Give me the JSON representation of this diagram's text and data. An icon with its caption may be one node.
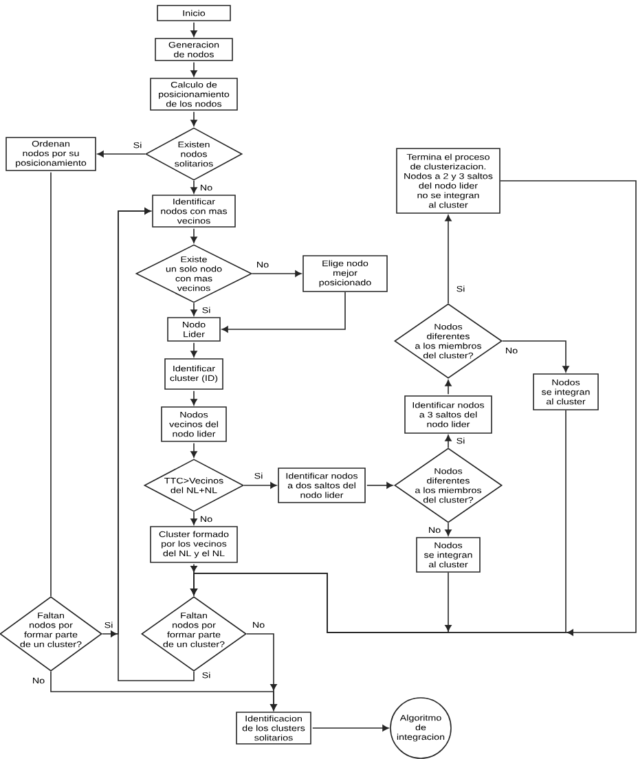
{
  "diagram": {
    "nodes": [
      {
        "text": [
          "Inicio"
        ]
      },
      {
        "text": [
          "Generacion de nodos"
        ]
      },
      {
        "text": [
          "Calculo de posicionamiento de los nodos"
        ]
      },
      {
        "text": [
          "Existen nodos solitarios"
        ]
      },
      {
        "text": [
          "Ordenan nodos por su posicionamiento"
        ]
      },
      {
        "text": [
          "Identificar nodos con mas vecinos"
        ]
      },
      {
        "text": [
          "Existe un solo nodo con mas vecinos"
        ]
      },
      {
        "text": [
          "Elige nodo mejor posicionado"
        ]
      },
      {
        "text": [
          "Nodo Lider"
        ]
      },
      {
        "text": [
          "Identificar cluster (ID)"
        ]
      },
      {
        "text": [
          "Nodos vecinos del nodo lider"
        ]
      },
      {
        "text": [
          "TTC>Vecinos del NL+NL"
        ]
      },
      {
        "text": [
          "Identificar nodos a dos saltos del nodo lider"
        ]
      },
      {
        "text": [
          "Nodos diferentes a los miembros del cluster?"
        ]
      },
      {
        "text": [
          "Identificar nodos a 3 saltos del nodo lider"
        ]
      },
      {
        "text": [
          "Nodos diferentes a los miembros del cluster?"
        ]
      },
      {
        "text": [
          "Termina el proceso de clusterizacion. Nodos a 2 y 3 saltos del nodo lider no se integran al cluster"
        ]
      },
      {
        "text": [
          "Nodos se integran al cluster"
        ]
      },
      {
        "text": [
          "Nodos se integran al cluster"
        ]
      },
      {
        "text": [
          "Cluster formado por los vecinos del NL y el NL"
        ]
      },
      {
        "text": [
          "Faltan nodos por formar parte de un cluster?"
        ]
      },
      {
        "text": [
          "Faltan nodos por formar parte de un cluster?"
        ]
      },
      {
        "text": [
          "Identificacion de los clusters solitarios"
        ]
      },
      {
        "text": [
          "Algoritmo de integracion"
        ]
      }
    ],
    "edges": [
      {
        "from": 0,
        "to": 1,
        "arrow": "to"
      },
      {
        "from": 1,
        "to": 2,
        "arrow": "to"
      },
      {
        "from": 2,
        "to": 3,
        "arrow": "to"
      },
      {
        "from": 3,
        "to": 4,
        "arrow": "to",
        "label": "Si"
      },
      {
        "from": 3,
        "to": 5,
        "arrow": "to",
        "label": "No"
      },
      {
        "from": 5,
        "to": 6,
        "arrow": "to"
      },
      {
        "from": 6,
        "to": 7,
        "arrow": "to",
        "label": "No"
      },
      {
        "from": 6,
        "to": 8,
        "arrow": "to",
        "label": "Si"
      },
      {
        "from": 7,
        "to": 8,
        "arrow": "to"
      },
      {
        "from": 8,
        "to": 9,
        "arrow": "to"
      },
      {
        "from": 9,
        "to": 10,
        "arrow": "to"
      },
      {
        "from": 10,
        "to": 11,
        "arrow": "to"
      },
      {
        "from": 11,
        "to": 12,
        "arrow": "to",
        "label": "Si"
      },
      {
        "from": 11,
        "to": 19,
        "arrow": "to",
        "label": "No"
      },
      {
        "from": 12,
        "to": 13,
        "arrow": "to"
      },
      {
        "from": 13,
        "to": 14,
        "arrow": "to",
        "label": "Si"
      },
      {
        "from": 13,
        "to": 18,
        "arrow": "to",
        "label": "No"
      },
      {
        "from": 14,
        "to": 15,
        "arrow": "to"
      },
      {
        "from": 15,
        "to": 16,
        "arrow": "to",
        "label": "Si"
      },
      {
        "from": 15,
        "to": 17,
        "arrow": "to",
        "label": "No"
      },
      {
        "from": 16,
        "to": 21,
        "arrow": "to"
      },
      {
        "from": 17,
        "to": 21,
        "arrow": "to"
      },
      {
        "from": 18,
        "to": 21,
        "arrow": "to"
      },
      {
        "from": 19,
        "to": 21,
        "arrow": "to"
      },
      {
        "from": 4,
        "to": 20,
        "arrow": "none"
      },
      {
        "from": 20,
        "to": 5,
        "arrow": "to",
        "label": "Si"
      },
      {
        "from": 20,
        "to": 22,
        "arrow": "to",
        "label": "No"
      },
      {
        "from": 21,
        "to": 5,
        "arrow": "to",
        "label": "Si"
      },
      {
        "from": 21,
        "to": 22,
        "arrow": "to",
        "label": "No"
      },
      {
        "from": 22,
        "to": 23,
        "arrow": "to"
      }
    ]
  }
}
